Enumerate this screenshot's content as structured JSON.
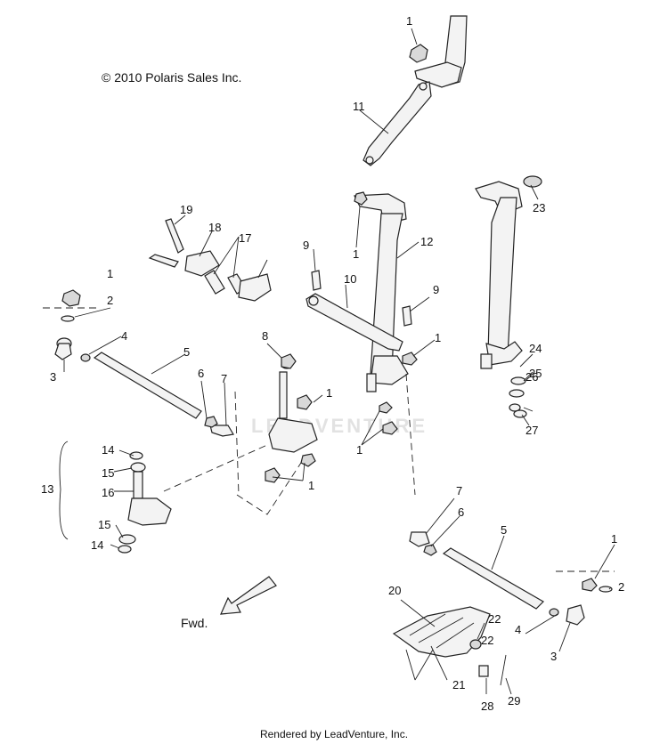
{
  "copyright": "© 2010 Polaris Sales Inc.",
  "direction_label": "Fwd.",
  "footer": "Rendered by LeadVenture, Inc.",
  "watermark": "LEADVENTURE",
  "callouts": [
    "1",
    "11",
    "23",
    "19",
    "18",
    "17",
    "9",
    "12",
    "1",
    "10",
    "9",
    "1",
    "1",
    "2",
    "4",
    "3",
    "5",
    "8",
    "24",
    "25",
    "6",
    "7",
    "1",
    "26",
    "27",
    "14",
    "15",
    "16",
    "13",
    "1",
    "1",
    "15",
    "14",
    "7",
    "6",
    "5",
    "1",
    "2",
    "20",
    "22",
    "4",
    "3",
    "22",
    "21",
    "28",
    "29"
  ]
}
